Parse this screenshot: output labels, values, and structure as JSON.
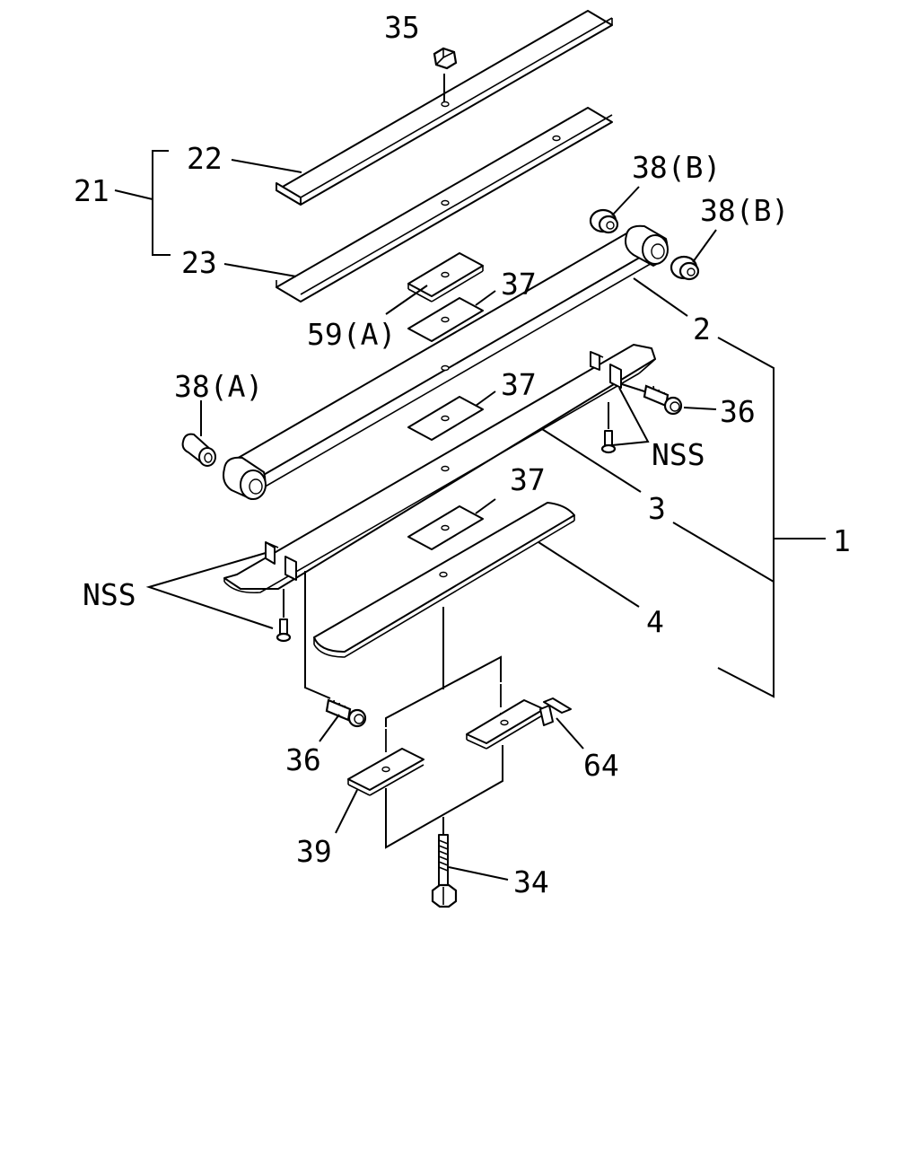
{
  "labels": {
    "l35": "35",
    "l22": "22",
    "l21": "21",
    "l23": "23",
    "l38b1": "38(B)",
    "l38b2": "38(B)",
    "l37a": "37",
    "l59a": "59(A)",
    "l2": "2",
    "l38a": "38(A)",
    "l37b": "37",
    "l36a": "36",
    "lnss1": "NSS",
    "l37c": "37",
    "l3": "3",
    "l1": "1",
    "lnss2": "NSS",
    "l4": "4",
    "l36b": "36",
    "l64": "64",
    "l39": "39",
    "l34": "34"
  }
}
